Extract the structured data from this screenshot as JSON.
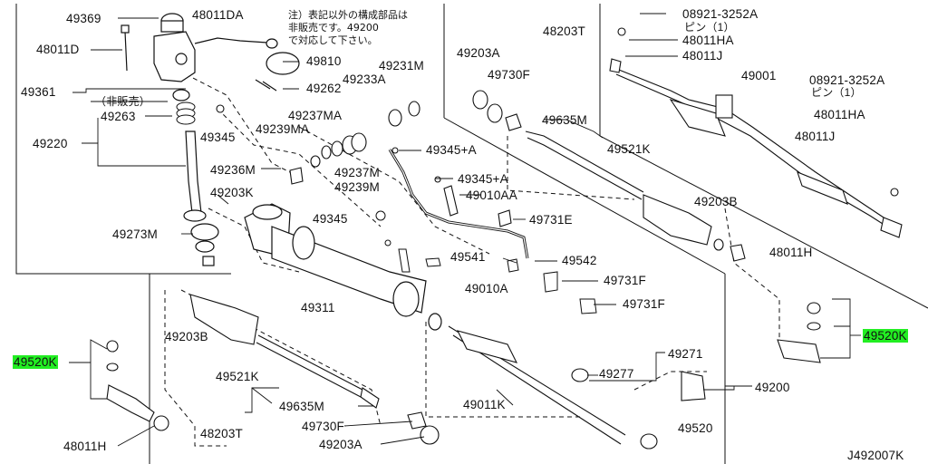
{
  "diagram": {
    "highlight_color": "#22ee22",
    "note_lines": [
      "注）表記以外の構成部品は",
      "非販売です。49200",
      "で対応して下さい。"
    ],
    "not_sold_label": "（非販売）",
    "footer_code": "J492007K",
    "labels": {
      "p49369": "49369",
      "p48011DA": "48011DA",
      "p48011D": "48011D",
      "p49361": "49361",
      "p49263": "49263",
      "p49220": "49220",
      "p49810": "49810",
      "p49262": "49262",
      "p49231M": "49231M",
      "p49233A": "49233A",
      "p49237MA": "49237MA",
      "p49239MA": "49239MA",
      "p49345_a": "49345",
      "p49236M": "49236M",
      "p49237M": "49237M",
      "p49239M": "49239M",
      "p49203K": "49203K",
      "p49273M": "49273M",
      "p49345_b": "49345",
      "p49345A_1": "49345+A",
      "p49345A_2": "49345+A",
      "p49010AA": "49010AA",
      "p49731E": "49731E",
      "p49541": "49541",
      "p49542": "49542",
      "p49010A": "49010A",
      "p49311": "49311",
      "p48203T_top": "48203T",
      "p49203A_top": "49203A",
      "p49730F_top": "49730F",
      "p49635M_top": "49635M",
      "p49521K_top": "49521K",
      "p49203B_right": "49203B",
      "p48011H_right": "48011H",
      "p49731F_1": "49731F",
      "p49731F_2": "49731F",
      "p08921_1": "08921-3252A",
      "pin1_1": "ピン（1）",
      "p48011HA_1": "48011HA",
      "p48011J_1": "48011J",
      "p49001": "49001",
      "p08921_2": "08921-3252A",
      "pin1_2": "ピン（1）",
      "p48011HA_2": "48011HA",
      "p48011J_2": "48011J",
      "p49520K_right": "49520K",
      "p49520K_left": "49520K",
      "p49203B_left": "49203B",
      "p49521K_bottom": "49521K",
      "p49635M_bottom": "49635M",
      "p49730F_bottom": "49730F",
      "p48203T_bottom": "48203T",
      "p49203A_bottom": "49203A",
      "p48011H_left": "48011H",
      "p49011K": "49011K",
      "p49271": "49271",
      "p49277": "49277",
      "p49200": "49200",
      "p49520": "49520"
    }
  }
}
